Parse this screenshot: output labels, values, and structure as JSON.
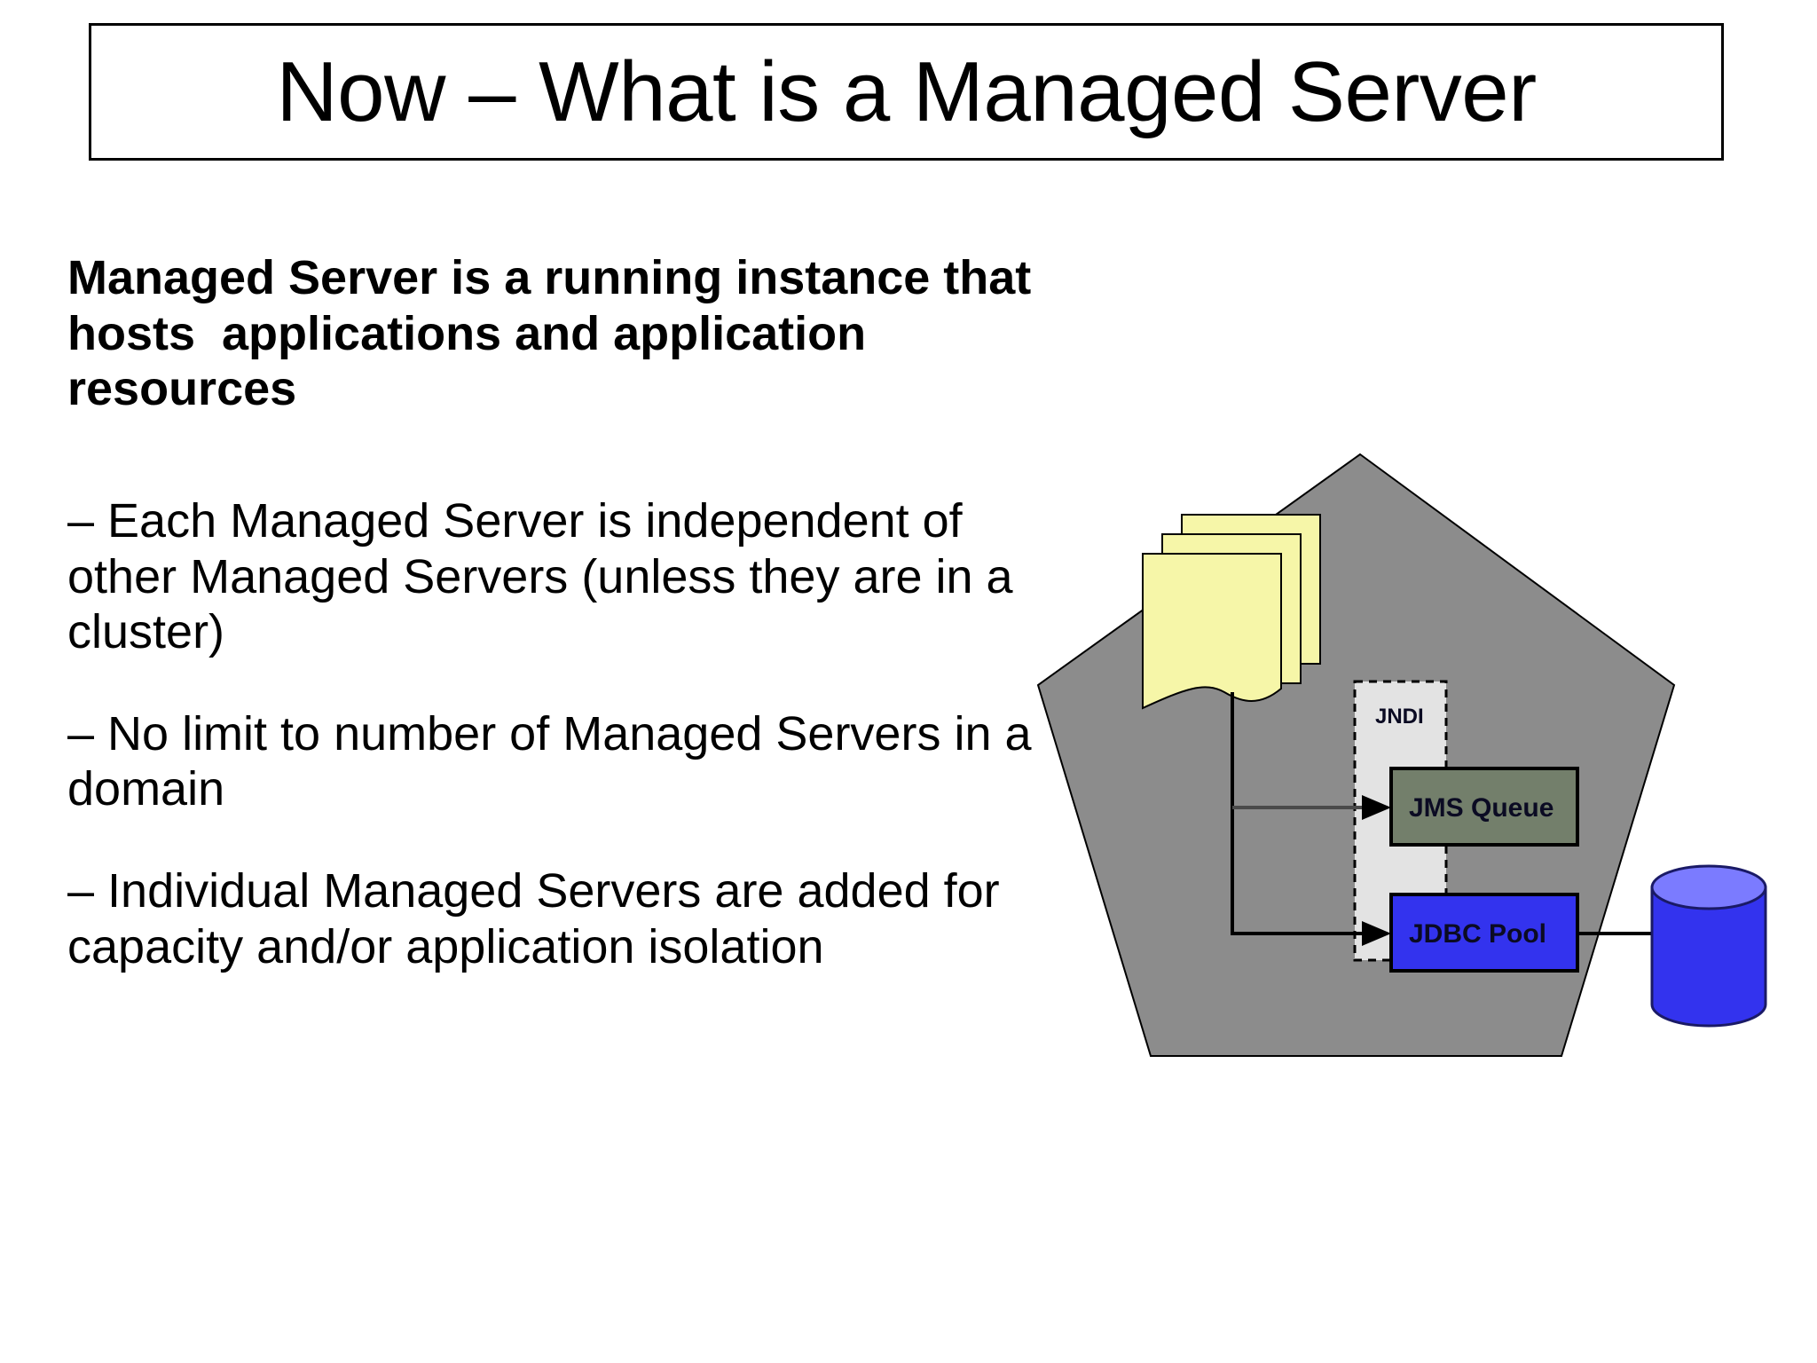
{
  "slide": {
    "title": "Now – What is a Managed Server",
    "background_color": "#ffffff",
    "title_border_color": "#000000"
  },
  "body": {
    "paragraphs": [
      {
        "id": "intro",
        "bold": true,
        "text": "Managed Server is a running instance that hosts  applications and application resources"
      },
      {
        "id": "bullet-1",
        "bold": false,
        "text": "– Each Managed Server is independent of other Managed Servers (unless they are in a cluster)"
      },
      {
        "id": "bullet-2",
        "bold": false,
        "text": "– No limit to number of Managed Servers in a domain"
      },
      {
        "id": "bullet-3",
        "bold": false,
        "text": "– Individual Managed Servers are added for capacity and/or application isolation"
      }
    ]
  },
  "diagram": {
    "name": "managed-server-diagram",
    "pentagon": {
      "label": "managed-server-boundary",
      "fill": "#8c8c8c",
      "stroke": "#000000"
    },
    "documents": {
      "label": "applications-documents-stack",
      "fill": "#f6f6a8",
      "stroke": "#000000",
      "count": 3
    },
    "jndi": {
      "label": "JNDI",
      "fill": "#e3e3e3",
      "stroke": "#000000",
      "border_style": "dashed"
    },
    "jms_queue": {
      "label": "JMS Queue",
      "fill": "#737f6b",
      "stroke": "#000000",
      "text_color": "#0b0b23"
    },
    "jdbc_pool": {
      "label": "JDBC Pool",
      "fill": "#3333ee",
      "stroke": "#000000",
      "text_color": "#0b0b23"
    },
    "database": {
      "label": "database-cylinder",
      "body_fill": "#3333ee",
      "top_fill": "#7b7bff",
      "stroke": "#1a1a66"
    },
    "connectors": [
      {
        "from": "documents",
        "to": "jms_queue",
        "style": "arrow"
      },
      {
        "from": "documents",
        "to": "jdbc_pool",
        "style": "arrow"
      },
      {
        "from": "jdbc_pool",
        "to": "database",
        "style": "line"
      }
    ]
  }
}
